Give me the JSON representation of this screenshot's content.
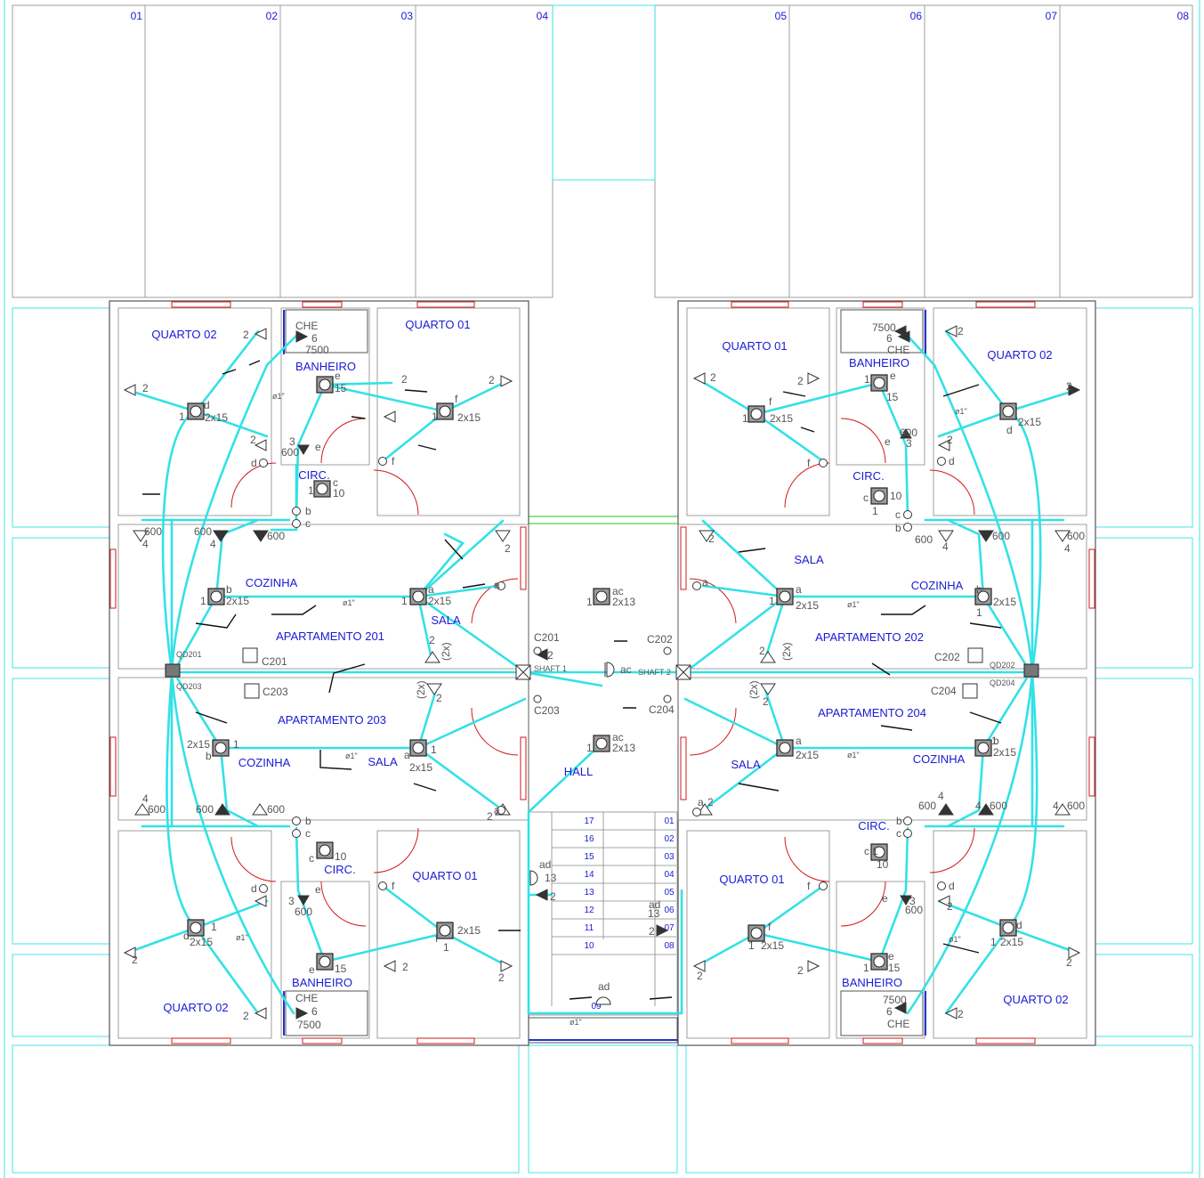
{
  "colors": {
    "wire": "#33e1e6",
    "wall": "#555555",
    "label_blue": "#1a1ad6",
    "door_red": "#d01a1a",
    "boundary_cyan": "#2fe3e8",
    "symbol_dark": "#333333"
  },
  "top_units": [
    "01",
    "02",
    "03",
    "04",
    "05",
    "06",
    "07",
    "08"
  ],
  "rooms": {
    "q02_tl": "QUARTO 02",
    "q01_tl": "QUARTO 01",
    "ban_tl": "BANHEIRO",
    "circ_tl": "CIRC.",
    "coz_201": "COZINHA",
    "sala_201": "SALA",
    "q01_tr": "QUARTO 01",
    "q02_tr": "QUARTO 02",
    "ban_tr": "BANHEIRO",
    "circ_tr": "CIRC.",
    "sala_202": "SALA",
    "coz_202": "COZINHA",
    "coz_203": "COZINHA",
    "sala_203": "SALA",
    "circ_bl": "CIRC.",
    "q01_bl": "QUARTO 01",
    "ban_bl": "BANHEIRO",
    "q02_bl": "QUARTO 02",
    "sala_204": "SALA",
    "coz_204": "COZINHA",
    "circ_br": "CIRC.",
    "q01_br": "QUARTO 01",
    "ban_br": "BANHEIRO",
    "q02_br": "QUARTO 02",
    "hall": "HALL"
  },
  "apartments": {
    "a201": "APARTAMENTO 201",
    "a202": "APARTAMENTO 202",
    "a203": "APARTAMENTO 203",
    "a204": "APARTAMENTO 204"
  },
  "panels": {
    "qd201": "QD201",
    "qd202": "QD202",
    "qd203": "QD203",
    "qd204": "QD204",
    "c201": "C201",
    "c202": "C202",
    "c203": "C203",
    "c204": "C204",
    "shaft1": "SHAFT 1",
    "shaft2": "SHAFT 2"
  },
  "labels": {
    "che": "CHE",
    "che_power": "7500",
    "power_600": "600",
    "lamp_2x15": "2x15",
    "lamp_2x13": "2x13",
    "lamp_15": "15",
    "lamp_10": "10",
    "lamp_13": "13",
    "conduit": "ø1\"",
    "conduit_x2": "(2x)",
    "circuit_1": "1",
    "circuit_2": "2",
    "circuit_3": "3",
    "circuit_4": "4",
    "circuit_6": "6",
    "sw_a": "a",
    "sw_b": "b",
    "sw_c": "c",
    "sw_d": "d",
    "sw_e": "e",
    "sw_f": "f",
    "sw_ac": "ac",
    "sw_ad": "ad"
  },
  "stairs": {
    "left": [
      "17",
      "16",
      "15",
      "14",
      "13",
      "12",
      "11",
      "10"
    ],
    "right": [
      "01",
      "02",
      "03",
      "04",
      "05",
      "06",
      "07",
      "08"
    ],
    "landing": "09"
  }
}
